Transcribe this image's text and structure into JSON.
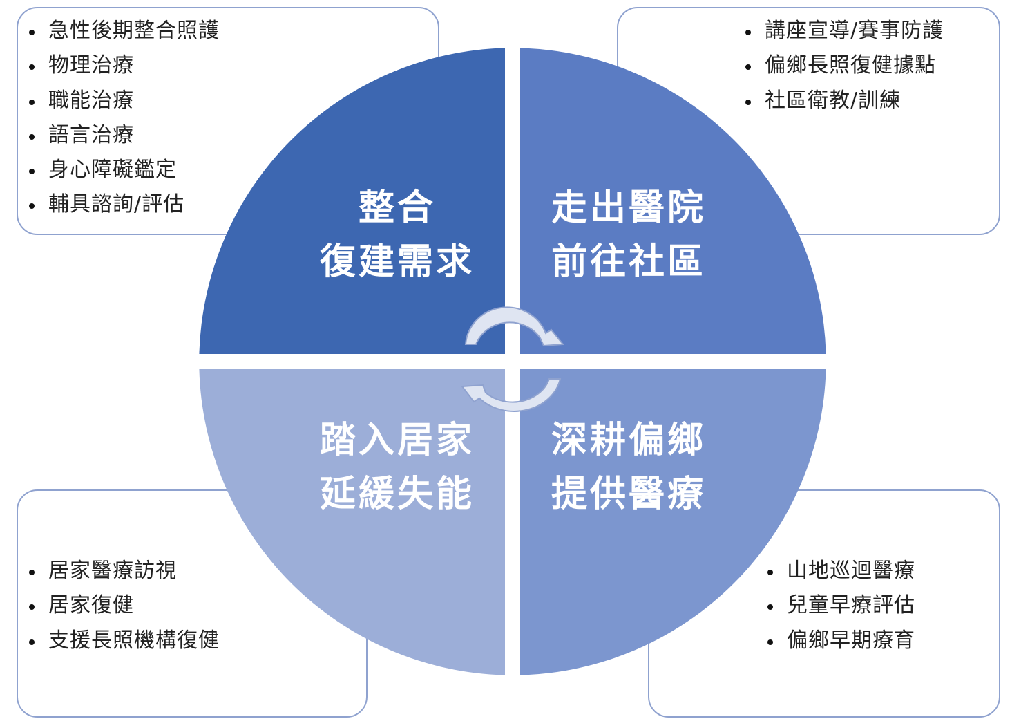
{
  "colors": {
    "top_left": "#3d67b1",
    "top_right": "#5b7cc3",
    "bottom_left": "#9caed8",
    "bottom_right": "#7c96cf",
    "box_border": "#8fa2cf",
    "arrow_fill": "#dfe5f2",
    "arrow_stroke": "#8fa2cf"
  },
  "quadrants": {
    "top_left": {
      "line1": "整合",
      "line2": "復建需求"
    },
    "top_right": {
      "line1": "走出醫院",
      "line2": "前往社區"
    },
    "bottom_left": {
      "line1": "踏入居家",
      "line2": "延緩失能"
    },
    "bottom_right": {
      "line1": "深耕偏鄉",
      "line2": "提供醫療"
    }
  },
  "boxes": {
    "top_left": [
      "急性後期整合照護",
      "物理治療",
      "職能治療",
      "語言治療",
      "身心障礙鑑定",
      "輔具諮詢/評估"
    ],
    "top_right": [
      "講座宣導/賽事防護",
      "偏鄉長照復健據點",
      "社區衛教/訓練"
    ],
    "bottom_left": [
      "居家醫療訪視",
      "居家復健",
      "支援長照機構復健"
    ],
    "bottom_right": [
      "山地巡迴醫療",
      "兒童早療評估",
      "偏鄉早期療育"
    ]
  },
  "icons": {
    "arrows": "circular-arrows-icon"
  }
}
